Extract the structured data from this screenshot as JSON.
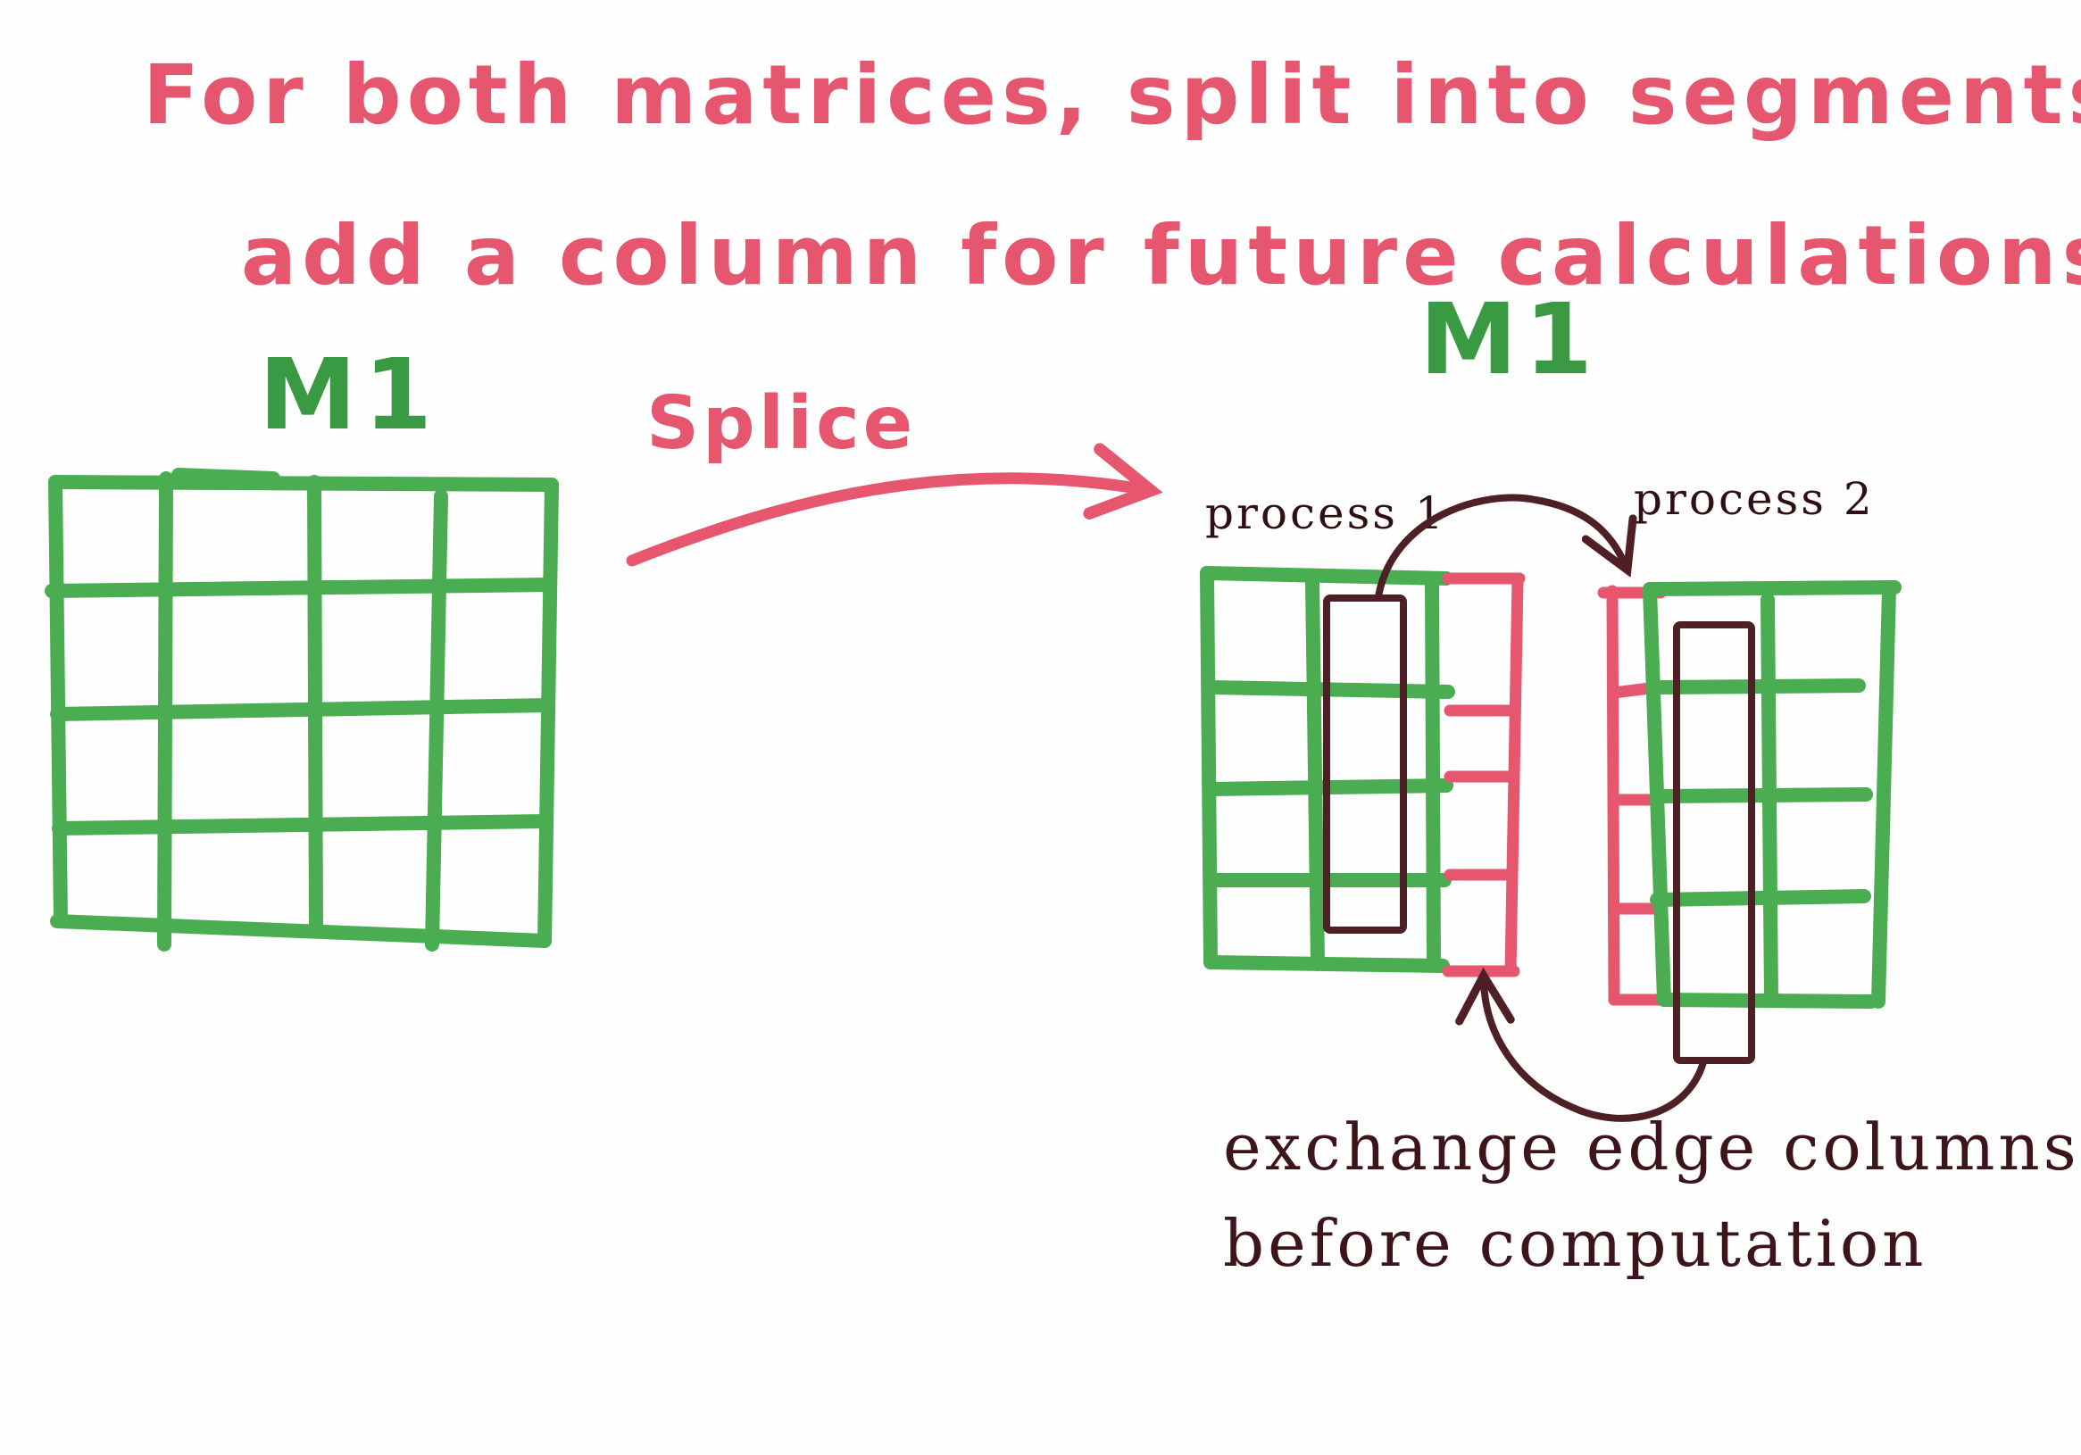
{
  "title": {
    "line1": "For both matrices, split into segments and",
    "line2": "add a column for future calculations"
  },
  "matrix_left": {
    "label": "M1"
  },
  "matrix_right": {
    "label": "M1"
  },
  "splice": {
    "label": "Splice"
  },
  "processes": {
    "p1": "process 1",
    "p2": "process 2"
  },
  "note": {
    "line1": "exchange edge columns",
    "line2": "before computation"
  },
  "colors": {
    "title": "#e6566e",
    "grid": "#4aad52",
    "extra_column": "#e6566e",
    "exchange": "#4e1f24"
  }
}
